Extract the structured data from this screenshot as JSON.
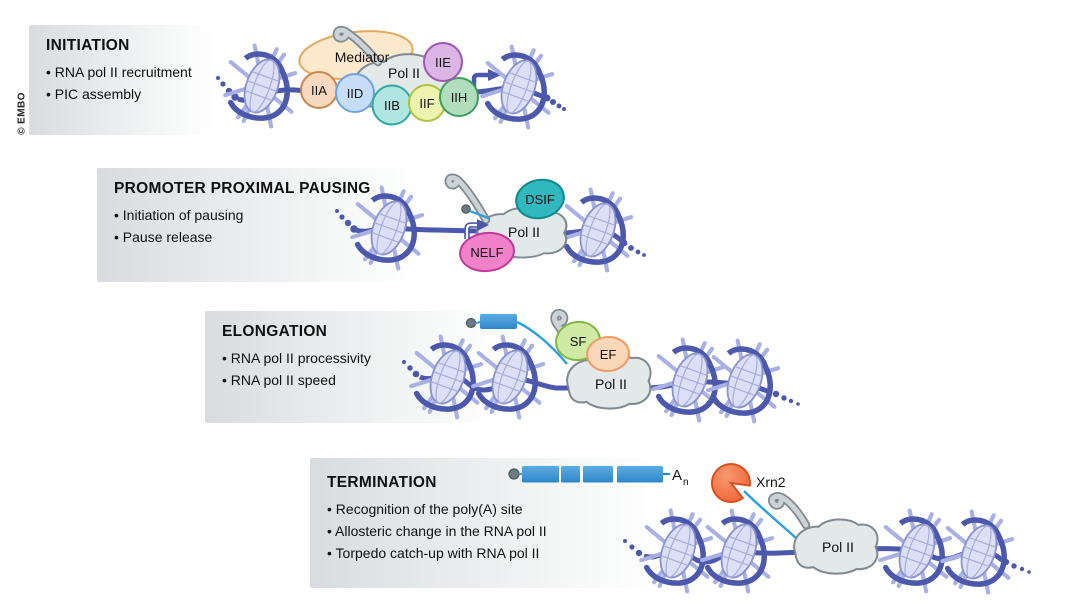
{
  "copyright": "© EMBO",
  "panels": [
    {
      "title": "INITIATION",
      "bullets": [
        "RNA pol II recruitment",
        "PIC assembly"
      ]
    },
    {
      "title": "PROMOTER PROXIMAL PAUSING",
      "bullets": [
        "Initiation of pausing",
        "Pause release"
      ]
    },
    {
      "title": "ELONGATION",
      "bullets": [
        "RNA pol II processivity",
        "RNA pol II speed"
      ]
    },
    {
      "title": "TERMINATION",
      "bullets": [
        "Recognition of the poly(A) site",
        "Allosteric change in the RNA pol II",
        "Torpedo catch-up with RNA pol II"
      ]
    }
  ],
  "labels": {
    "mediator": "Mediator",
    "pol2": "Pol II",
    "iia": "IIA",
    "iid": "IID",
    "iib": "IIB",
    "iif": "IIF",
    "iih": "IIH",
    "iie": "IIE",
    "dsif": "DSIF",
    "nelf": "NELF",
    "sf": "SF",
    "ef": "EF",
    "xrn2": "Xrn2",
    "polya_a": "A",
    "polya_n": "n"
  },
  "colors": {
    "dna": "#4C58AC",
    "histone_tail": "#A9B1E4",
    "nucleosome_disc": "#DCE0F6",
    "rna": "#2B9FE0",
    "exon": "#2E86C9",
    "cap": "#6F7B82",
    "mediator": "#FBE8CD",
    "pol2_body": "#E3E8E9",
    "tfiia": "#F6D9BE",
    "tfiid": "#C5DDF6",
    "tfiib": "#B0E5E1",
    "tfiif": "#EFF3B0",
    "tfiih": "#B0DDBC",
    "tfiie": "#DBB5E4",
    "dsif": "#2FB9BE",
    "nelf": "#F082C9",
    "sf": "#D0E9A3",
    "ef": "#FBD7B9",
    "xrn2": "#ED5B2B"
  }
}
